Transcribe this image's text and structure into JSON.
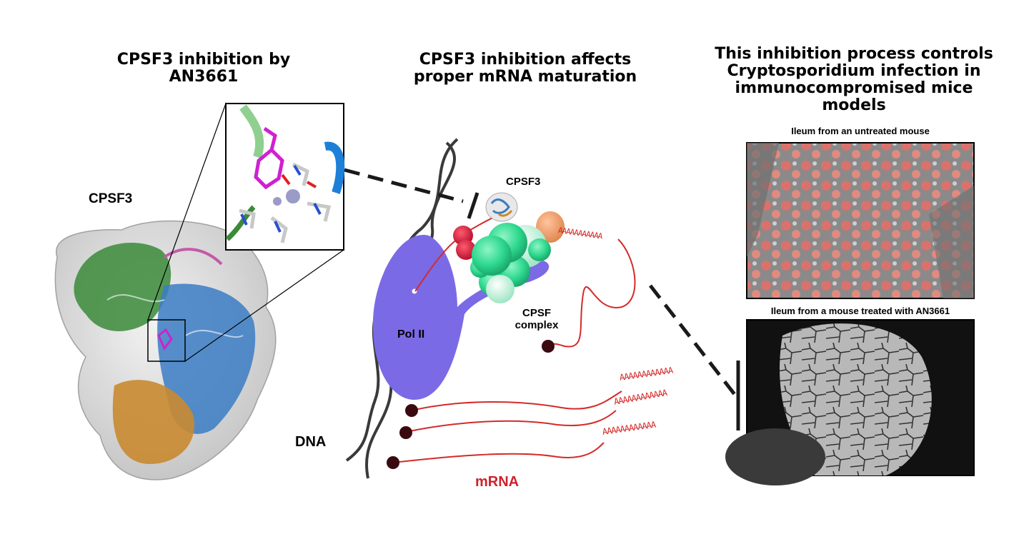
{
  "panels": {
    "left_title": "CPSF3 inhibition by AN3661",
    "middle_title": "CPSF3 inhibition affects proper mRNA maturation",
    "right_title": "This inhibition process controls Cryptosporidium infection in immunocompromised mice models"
  },
  "labels": {
    "cpsf3_protein": "CPSF3",
    "cpsf3_small": "CPSF3",
    "pol2": "Pol II",
    "cpsf_complex": "CPSF complex",
    "dna": "DNA",
    "mrna": "mRNA",
    "polya_top": "AAAAAAAAAAA",
    "polya_1": "AAAAAAAAAAAA",
    "polya_2": "AAAAAAAAAAAA",
    "polya_3": "AAAAAAAAAAAA"
  },
  "micrographs": {
    "untreated_caption": "Ileum from an untreated mouse",
    "treated_caption": "Ileum from a mouse treated with AN3661"
  },
  "colors": {
    "pol2": "#7b6ae6",
    "cpsf_green": "#2fd98f",
    "cpsf_light": "#b6f0d4",
    "cpsf3_red": "#d8143c",
    "peach": "#f0a070",
    "mrna_red": "#d42a2a",
    "mrna_label": "#d0202e",
    "dna": "#3a3a3a",
    "protein_orange": "#c98a30",
    "protein_green": "#3a8a3a",
    "protein_blue": "#3b7cc4",
    "ligand_magenta": "#d020d0"
  }
}
